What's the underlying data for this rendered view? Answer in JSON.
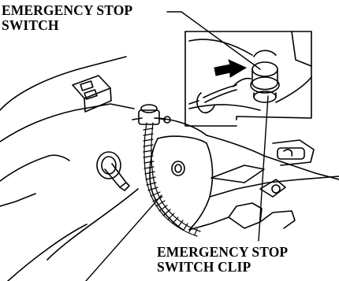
{
  "labels": {
    "emergency_stop_switch": [
      "EMERGENCY STOP",
      "SWITCH"
    ],
    "emergency_stop_switch_clip": [
      "EMERGENCY STOP",
      "SWITCH CLIP"
    ]
  },
  "colors": {
    "ink": "#000000",
    "paper": "#ffffff"
  }
}
